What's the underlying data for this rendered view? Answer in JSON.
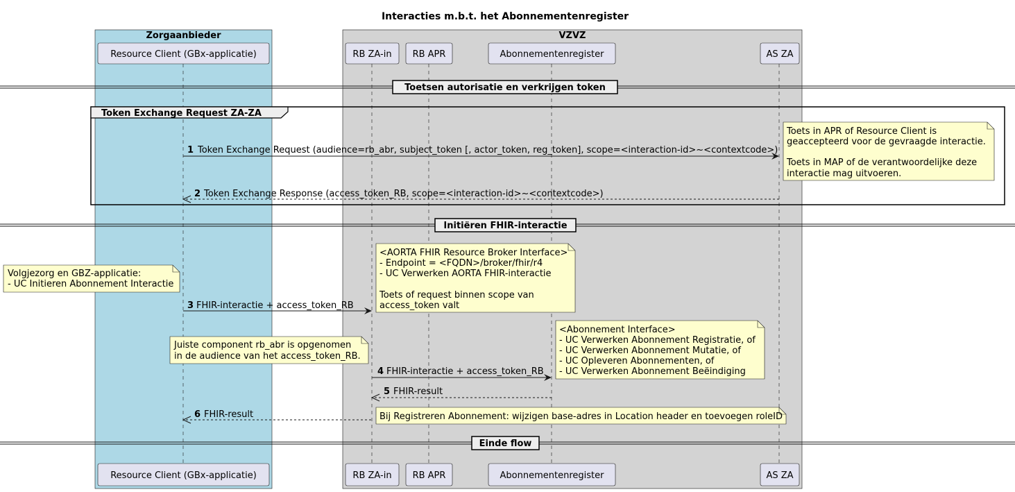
{
  "title": "Interacties m.b.t. het Abonnementenregister",
  "boxes": [
    {
      "label": "Zorgaanbieder",
      "color": "#ADD8E6"
    },
    {
      "label": "VZVZ",
      "color": "#D3D3D3"
    }
  ],
  "participants": [
    {
      "label": "Resource Client (GBx-applicatie)"
    },
    {
      "label": "RB ZA-in"
    },
    {
      "label": "RB APR"
    },
    {
      "label": "Abonnementenregister"
    },
    {
      "label": "AS ZA"
    }
  ],
  "dividers": [
    {
      "label": "Toetsen autorisatie en verkrijgen token"
    },
    {
      "label": "Initiëren FHIR-interactie"
    },
    {
      "label": "Einde flow"
    }
  ],
  "group": {
    "label": "Token Exchange Request ZA-ZA"
  },
  "messages": [
    {
      "num": "1",
      "text": "Token Exchange Request (audience=rb_abr, subject_token [, actor_token, reg_token], scope=<interaction-id>~<contextcode>)"
    },
    {
      "num": "2",
      "text": "Token Exchange Response (access_token_RB, scope=<interaction-id>~<contextcode>)"
    },
    {
      "num": "3",
      "text": "FHIR-interactie + access_token_RB"
    },
    {
      "num": "4",
      "text": "FHIR-interactie + access_token_RB"
    },
    {
      "num": "5",
      "text": "FHIR-result"
    },
    {
      "num": "6",
      "text": "FHIR-result"
    }
  ],
  "notes": [
    {
      "lines": [
        "Toets in APR of Resource Client is",
        "geaccepteerd voor de gevraagde interactie.",
        "",
        "Toets in MAP of de verantwoordelijke deze",
        "interactie mag uitvoeren."
      ]
    },
    {
      "lines": [
        "<AORTA FHIR Resource Broker Interface>",
        "- Endpoint = <FQDN>/broker/fhir/r4",
        "- UC Verwerken AORTA FHIR-interactie",
        "",
        "Toets of request binnen scope van",
        "access_token valt"
      ]
    },
    {
      "lines": [
        "Volgjezorg en GBZ-applicatie:",
        "- UC Initieren Abonnement Interactie"
      ]
    },
    {
      "lines": [
        "<Abonnement Interface>",
        "- UC Verwerken Abonnement Registratie, of",
        "- UC Verwerken Abonnement Mutatie, of",
        "- UC Opleveren Abonnementen, of",
        "- UC Verwerken Abonnement Beëindiging"
      ]
    },
    {
      "lines": [
        "Juiste component rb_abr is opgenomen",
        "in de audience van het access_token_RB."
      ]
    },
    {
      "lines": [
        "Bij Registreren Abonnement: wijzigen base-adres in Location header en toevoegen roleID"
      ]
    }
  ]
}
